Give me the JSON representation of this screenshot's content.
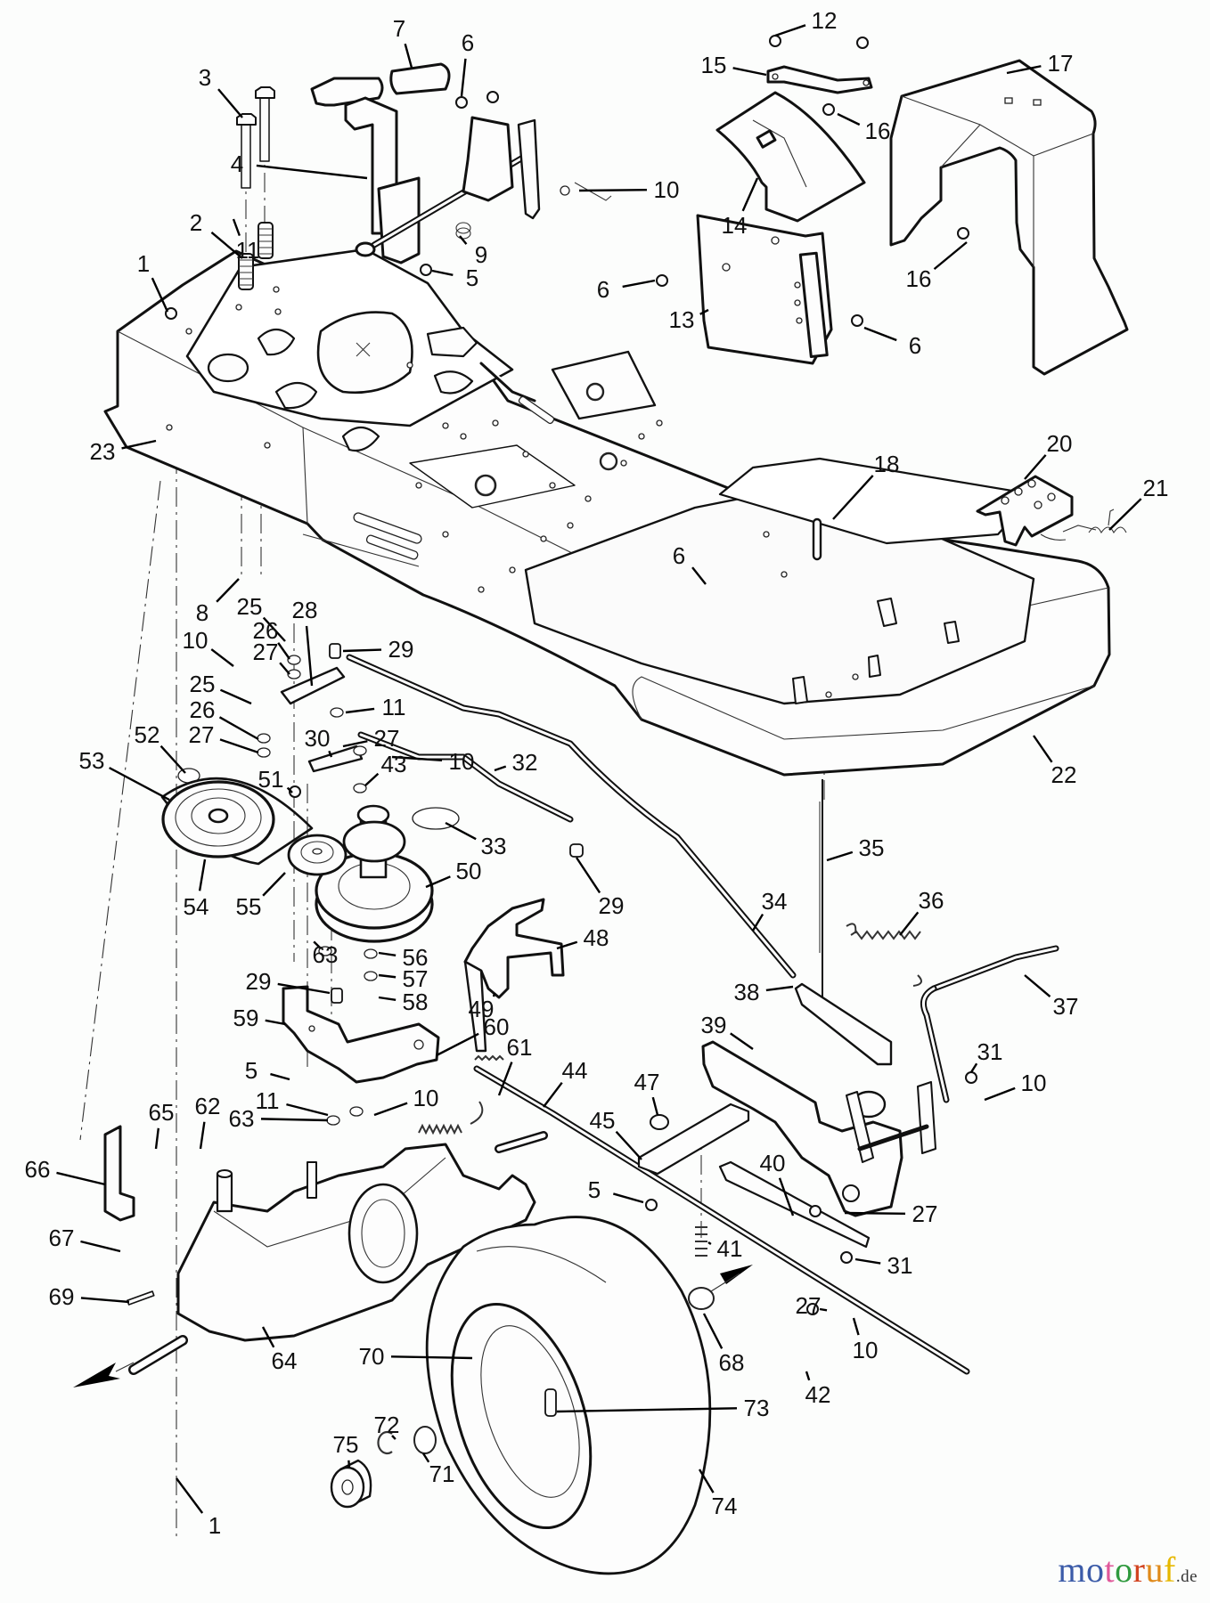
{
  "diagram": {
    "title": "Exploded parts diagram – riding mower frame, pedals, drive belt, transaxle and rear wheel",
    "callouts": [
      {
        "label": "1",
        "part": "hex-nut"
      },
      {
        "label": "1",
        "part": "hex-nut"
      },
      {
        "label": "2",
        "part": "compression-springs"
      },
      {
        "label": "3",
        "part": "long-bolts"
      },
      {
        "label": "4",
        "part": "pedal-assembly"
      },
      {
        "label": "5",
        "part": "flange-nut"
      },
      {
        "label": "5",
        "part": "flange-nut"
      },
      {
        "label": "5",
        "part": "flange-nut"
      },
      {
        "label": "6",
        "part": "screw"
      },
      {
        "label": "6",
        "part": "screw"
      },
      {
        "label": "6",
        "part": "screw"
      },
      {
        "label": "6",
        "part": "screw"
      },
      {
        "label": "7",
        "part": "pedal-pad"
      },
      {
        "label": "8",
        "part": "nuts"
      },
      {
        "label": "9",
        "part": "torsion-spring"
      },
      {
        "label": "10",
        "part": "cotter-pin"
      },
      {
        "label": "10",
        "part": "cotter-pin"
      },
      {
        "label": "10",
        "part": "cotter-pin"
      },
      {
        "label": "10",
        "part": "cotter-pin"
      },
      {
        "label": "10",
        "part": "cotter-pin"
      },
      {
        "label": "10",
        "part": "cotter-pin"
      },
      {
        "label": "11",
        "part": "washer"
      },
      {
        "label": "11",
        "part": "washer"
      },
      {
        "label": "11",
        "part": "washer"
      },
      {
        "label": "12",
        "part": "bolts"
      },
      {
        "label": "13",
        "part": "side-panel"
      },
      {
        "label": "14",
        "part": "console-cover"
      },
      {
        "label": "15",
        "part": "bracket"
      },
      {
        "label": "16",
        "part": "nut"
      },
      {
        "label": "16",
        "part": "nut"
      },
      {
        "label": "17",
        "part": "dash-housing"
      },
      {
        "label": "18",
        "part": "pin"
      },
      {
        "label": "20",
        "part": "seat-bracket"
      },
      {
        "label": "21",
        "part": "seat-spring"
      },
      {
        "label": "22",
        "part": "frame-body"
      },
      {
        "label": "23",
        "part": "bolt"
      },
      {
        "label": "25",
        "part": "bolt"
      },
      {
        "label": "25",
        "part": "bolt"
      },
      {
        "label": "26",
        "part": "lock-washer"
      },
      {
        "label": "26",
        "part": "lock-washer"
      },
      {
        "label": "27",
        "part": "washer"
      },
      {
        "label": "27",
        "part": "washer"
      },
      {
        "label": "27",
        "part": "washer"
      },
      {
        "label": "27",
        "part": "washer"
      },
      {
        "label": "27",
        "part": "washer"
      },
      {
        "label": "28",
        "part": "link-plate"
      },
      {
        "label": "29",
        "part": "ferrule"
      },
      {
        "label": "29",
        "part": "ferrule"
      },
      {
        "label": "29",
        "part": "ferrule"
      },
      {
        "label": "30",
        "part": "link-plate"
      },
      {
        "label": "31",
        "part": "washer"
      },
      {
        "label": "31",
        "part": "washer"
      },
      {
        "label": "32",
        "part": "brake-rod"
      },
      {
        "label": "33",
        "part": "belt-guard-disc"
      },
      {
        "label": "34",
        "part": "rod"
      },
      {
        "label": "35",
        "part": "vertical-rod"
      },
      {
        "label": "36",
        "part": "extension-spring"
      },
      {
        "label": "37",
        "part": "lift-handle"
      },
      {
        "label": "38",
        "part": "bracket"
      },
      {
        "label": "39",
        "part": "lift-frame"
      },
      {
        "label": "40",
        "part": "slide-bracket"
      },
      {
        "label": "41",
        "part": "spring"
      },
      {
        "label": "42",
        "part": "hairpin"
      },
      {
        "label": "43",
        "part": "washer"
      },
      {
        "label": "44",
        "part": "long-rod"
      },
      {
        "label": "45",
        "part": "plate"
      },
      {
        "label": "47",
        "part": "bushing"
      },
      {
        "label": "48",
        "part": "idler-bracket"
      },
      {
        "label": "49",
        "part": "screw"
      },
      {
        "label": "50",
        "part": "engine-pulley"
      },
      {
        "label": "51",
        "part": "belt-keeper-pin"
      },
      {
        "label": "52",
        "part": "retaining-ring"
      },
      {
        "label": "53",
        "part": "transaxle-pulley"
      },
      {
        "label": "54",
        "part": "drive-belt"
      },
      {
        "label": "55",
        "part": "idler-pulley"
      },
      {
        "label": "56",
        "part": "washer"
      },
      {
        "label": "57",
        "part": "washer"
      },
      {
        "label": "58",
        "part": "bolt"
      },
      {
        "label": "59",
        "part": "idler-arm"
      },
      {
        "label": "60",
        "part": "bolt"
      },
      {
        "label": "61",
        "part": "spring"
      },
      {
        "label": "62",
        "part": "nut"
      },
      {
        "label": "63",
        "part": "washer"
      },
      {
        "label": "63",
        "part": "washer"
      },
      {
        "label": "64",
        "part": "transaxle"
      },
      {
        "label": "65",
        "part": "bolt"
      },
      {
        "label": "66",
        "part": "angle-bracket"
      },
      {
        "label": "67",
        "part": "screw"
      },
      {
        "label": "68",
        "part": "spacer"
      },
      {
        "label": "69",
        "part": "key"
      },
      {
        "label": "70",
        "part": "rim"
      },
      {
        "label": "71",
        "part": "washer"
      },
      {
        "label": "72",
        "part": "e-clip"
      },
      {
        "label": "73",
        "part": "valve-stem"
      },
      {
        "label": "74",
        "part": "tire"
      },
      {
        "label": "75",
        "part": "hub-cap"
      }
    ]
  },
  "watermark": {
    "letters": [
      "m",
      "o",
      "t",
      "o",
      "r",
      "u",
      "f"
    ],
    "colors": [
      "#3b5ba8",
      "#3b5ba8",
      "#e0589a",
      "#2f9a3e",
      "#d24420",
      "#e08a1a",
      "#e6b800"
    ],
    "tld": ".de"
  }
}
